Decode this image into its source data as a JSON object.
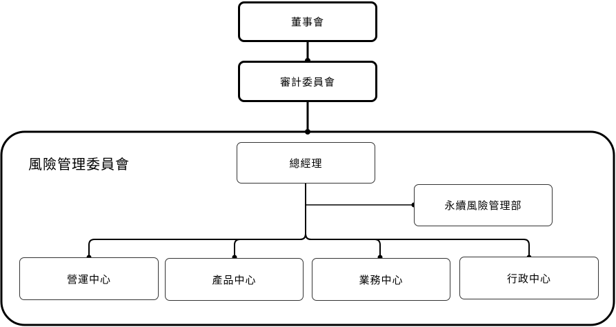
{
  "diagram": {
    "board": "董事會",
    "audit_committee": "審計委員會",
    "risk_committee": "風險管理委員會",
    "general_manager": "總經理",
    "sustainability_risk_dept": "永續風險管理部",
    "centers": [
      "營運中心",
      "產品中心",
      "業務中心",
      "行政中心"
    ]
  },
  "colors": {
    "line": "#000000",
    "box_border": "#000000",
    "background": "#ffffff"
  }
}
